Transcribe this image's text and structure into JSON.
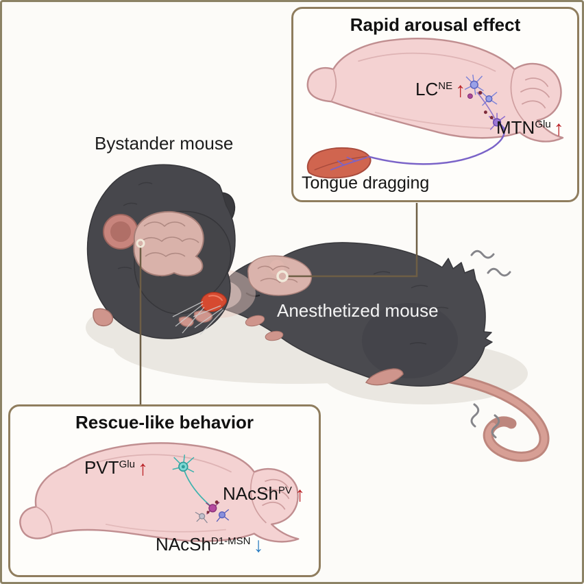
{
  "scene": {
    "bystander_label": "Bystander mouse",
    "anesthetized_label": "Anesthetized mouse"
  },
  "arousal_box": {
    "title": "Rapid arousal effect",
    "lc_base": "LC",
    "lc_sup": "NE",
    "lc_arrow": "↑",
    "mtn_base": "MTN",
    "mtn_sup": "Glu",
    "mtn_arrow": "↑",
    "tongue_label": "Tongue dragging"
  },
  "rescue_box": {
    "title": "Rescue-like behavior",
    "pvt_base": "PVT",
    "pvt_sup": "Glu",
    "pvt_arrow": "↑",
    "nacsh_pv_base": "NAcSh",
    "nacsh_pv_sup": "PV",
    "nacsh_pv_arrow": "↑",
    "nacsh_d1_base": "NAcSh",
    "nacsh_d1_sup": "D1-MSN",
    "nacsh_d1_arrow": "↓"
  },
  "colors": {
    "up_arrow": "#b92025",
    "down_arrow": "#2a7cc0",
    "frame_border": "#8c8265",
    "box_border": "#8f7d5e",
    "connector_line": "#6e5e45"
  }
}
